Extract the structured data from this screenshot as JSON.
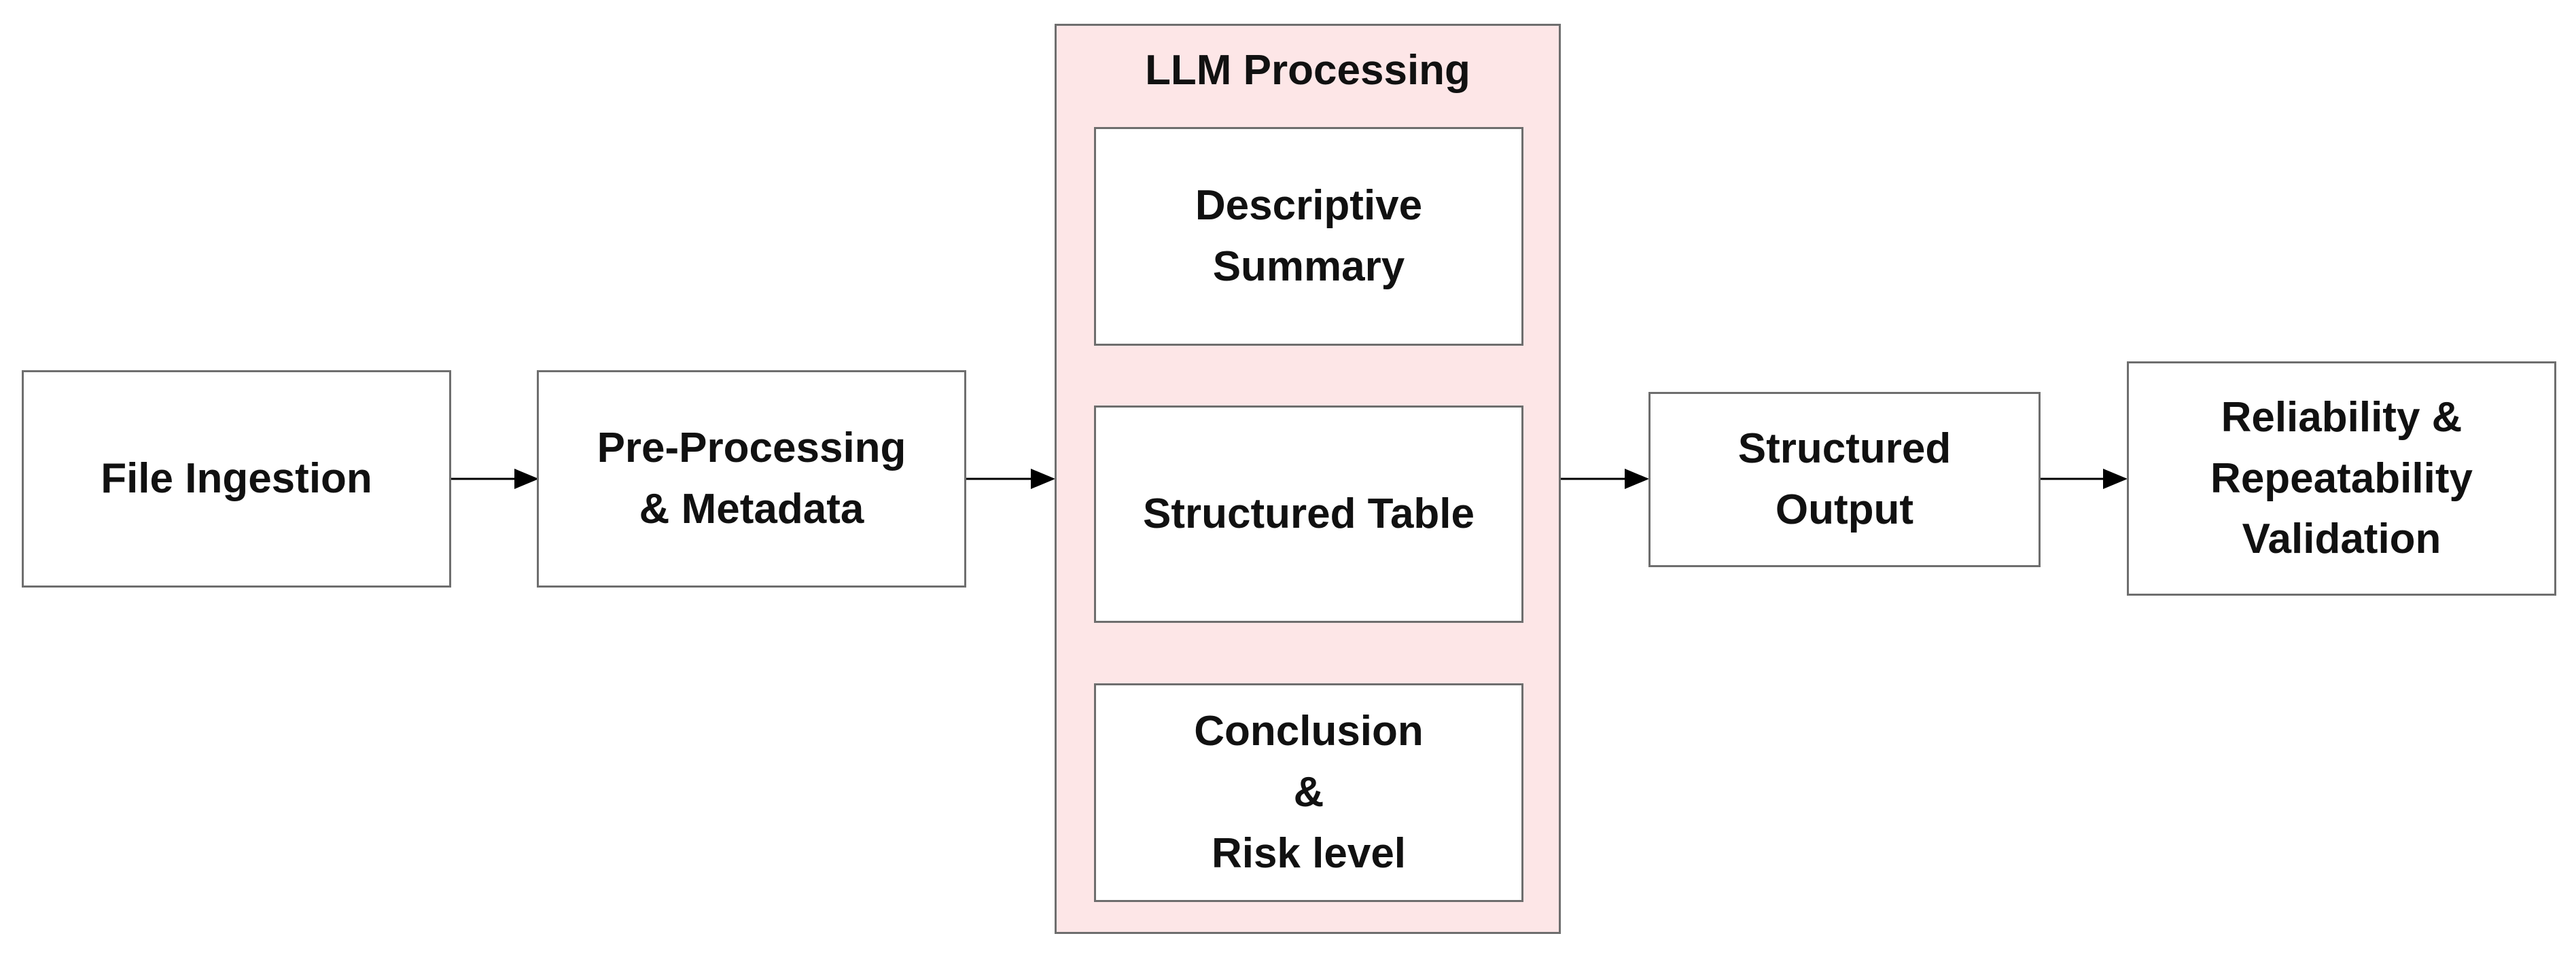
{
  "colors": {
    "group_fill": "#fde6e7",
    "border": "#6e6e6e",
    "arrow": "#000000",
    "text": "#111111"
  },
  "diagram": {
    "nodes": {
      "file_ingestion": "File Ingestion",
      "pre_processing": "Pre-Processing\n& Metadata",
      "structured_output": "Structured\nOutput",
      "validation": "Reliability &\nRepeatability\nValidation"
    },
    "llm_group": {
      "title": "LLM Processing",
      "items": {
        "descriptive_summary": "Descriptive\nSummary",
        "structured_table": "Structured Table",
        "conclusion": "Conclusion\n&\nRisk level"
      }
    }
  }
}
